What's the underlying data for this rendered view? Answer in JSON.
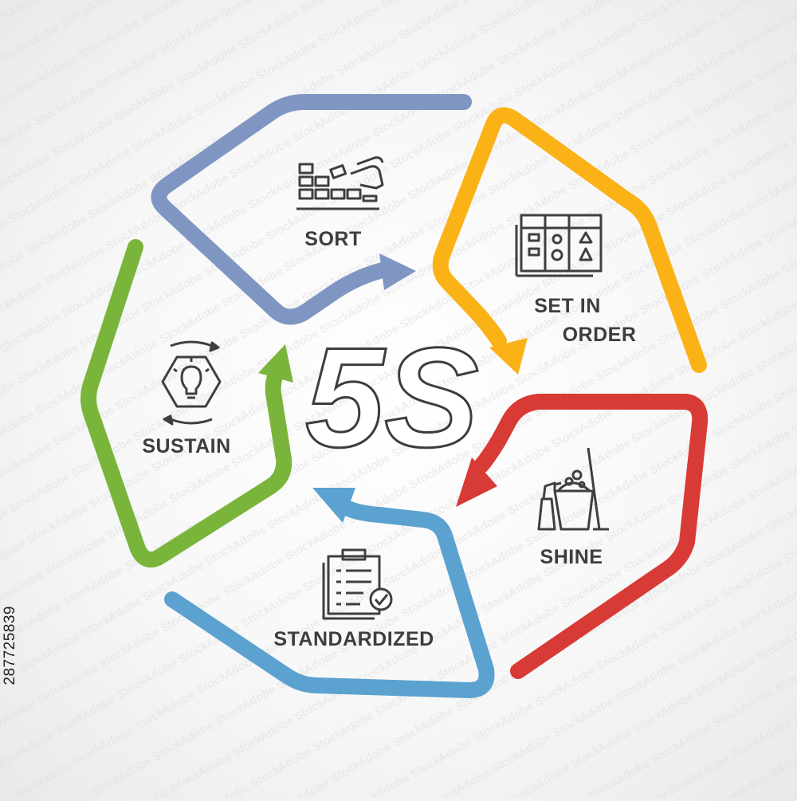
{
  "center_title": "5S",
  "steps": [
    {
      "key": "sort",
      "label": "SORT",
      "color": "#7f96c2",
      "icon": "sort-hand-blocks-icon"
    },
    {
      "key": "set-in-order",
      "label_line1": "SET IN",
      "label_line2": "ORDER",
      "color": "#fbb216",
      "icon": "shape-organizer-board-icon"
    },
    {
      "key": "shine",
      "label": "SHINE",
      "color": "#d83a35",
      "icon": "cleaning-bucket-mop-icon"
    },
    {
      "key": "standardized",
      "label": "STANDARDIZED",
      "color": "#5ba2d0",
      "icon": "checklist-clipboard-icon"
    },
    {
      "key": "sustain",
      "label": "SUSTAIN",
      "color": "#7ab53b",
      "icon": "lightbulb-cycle-icon"
    }
  ],
  "stock_id": "287725839"
}
